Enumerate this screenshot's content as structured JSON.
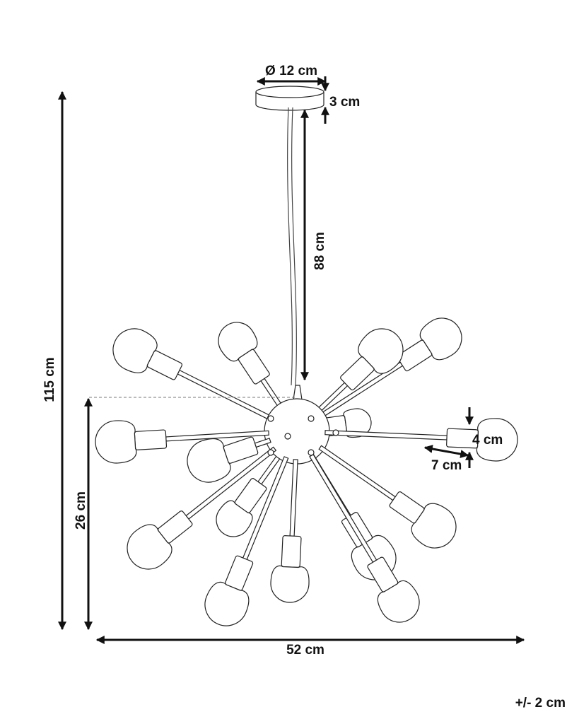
{
  "diagram": {
    "dimensions": {
      "canopy_diameter": "Ø 12 cm",
      "canopy_height": "3 cm",
      "cord_length": "88 cm",
      "total_height": "115 cm",
      "fixture_height": "26 cm",
      "socket_diameter": "4 cm",
      "socket_length": "7 cm",
      "fixture_width": "52 cm"
    },
    "tolerance": "+/- 2 cm"
  }
}
